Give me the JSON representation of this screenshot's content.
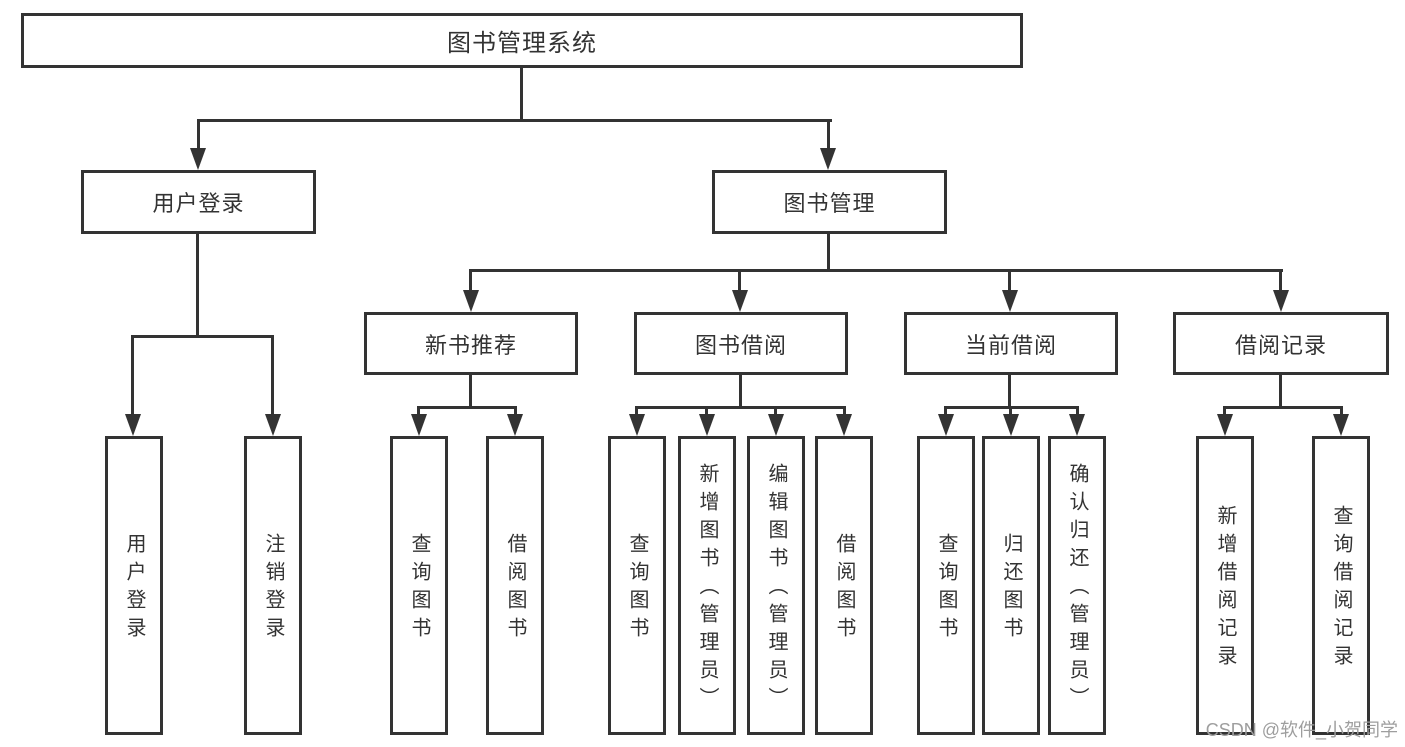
{
  "diagram": {
    "root_label": "图书管理系统",
    "level2": [
      {
        "label": "用户登录"
      },
      {
        "label": "图书管理"
      }
    ],
    "level3": [
      {
        "label": "新书推荐"
      },
      {
        "label": "图书借阅"
      },
      {
        "label": "当前借阅"
      },
      {
        "label": "借阅记录"
      }
    ],
    "leaves": {
      "group1": [
        {
          "label": "用户登录"
        },
        {
          "label": "注销登录"
        }
      ],
      "group2": [
        {
          "label": "查询图书"
        },
        {
          "label": "借阅图书"
        }
      ],
      "group3": [
        {
          "label": "查询图书"
        },
        {
          "label": "新增图书（管理员）"
        },
        {
          "label": "编辑图书（管理员）"
        },
        {
          "label": "借阅图书"
        }
      ],
      "group4": [
        {
          "label": "查询图书"
        },
        {
          "label": "归还图书"
        },
        {
          "label": "确认归还（管理员）"
        }
      ],
      "group5": [
        {
          "label": "新增借阅记录"
        },
        {
          "label": "查询借阅记录"
        }
      ]
    }
  },
  "watermark": {
    "text": "CSDN @软件_小贺同学"
  },
  "colors": {
    "line": "#333333",
    "text": "#333333",
    "watermark": "#9e9e9e",
    "background": "#ffffff"
  }
}
